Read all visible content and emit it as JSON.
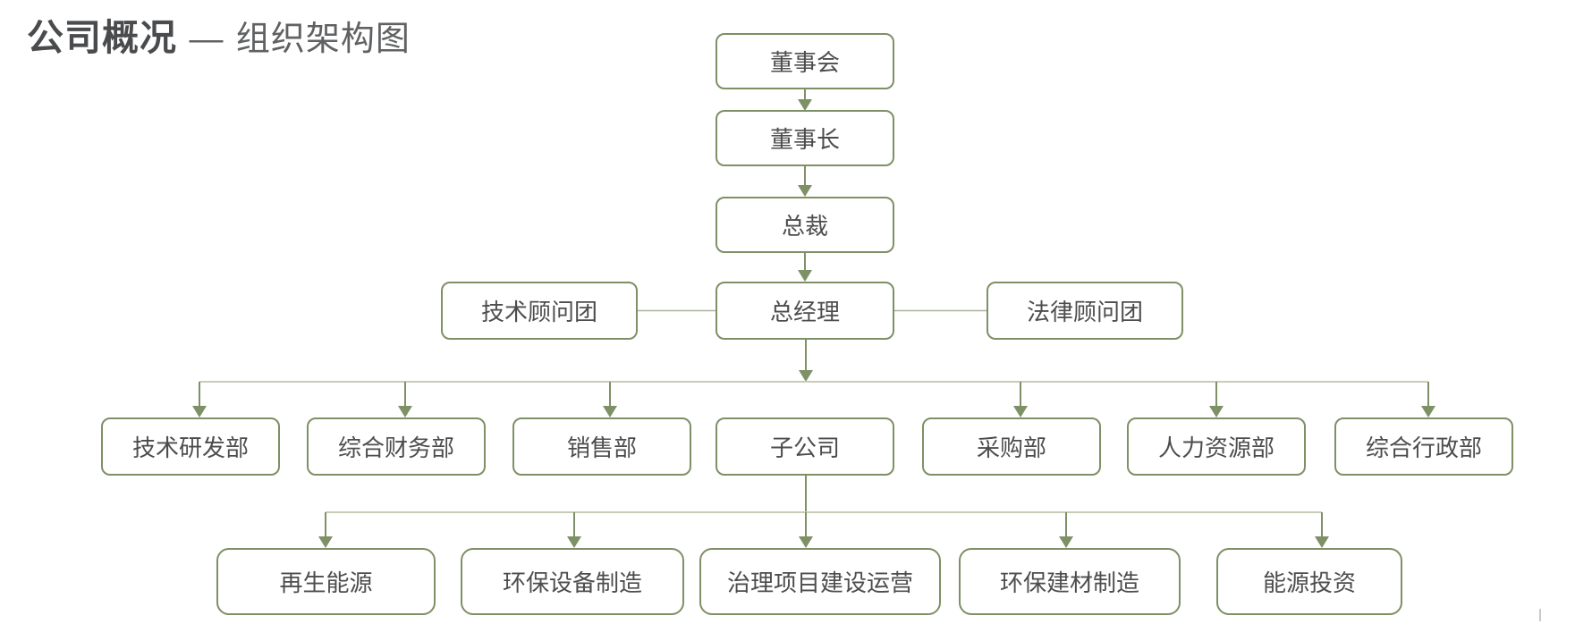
{
  "title": {
    "heading": "公司概况",
    "separator": "—",
    "subtitle": "组织架构图"
  },
  "colors": {
    "box_border": "#7e9065",
    "arrow_line": "#7e9065",
    "bus_line": "#c6cdb8",
    "advisor_line": "#a9b49a",
    "box_text": "#4d4d4d",
    "title_text": "#4a4b4d",
    "background": "#ffffff"
  },
  "nodes": {
    "board": {
      "label": "董事会"
    },
    "chairman": {
      "label": "董事长"
    },
    "president": {
      "label": "总裁"
    },
    "general_manager": {
      "label": "总经理"
    },
    "tech_advisory": {
      "label": "技术顾问团"
    },
    "legal_advisory": {
      "label": "法律顾问团"
    },
    "departments": [
      {
        "label": "技术研发部"
      },
      {
        "label": "综合财务部"
      },
      {
        "label": "销售部"
      },
      {
        "label": "子公司"
      },
      {
        "label": "采购部"
      },
      {
        "label": "人力资源部"
      },
      {
        "label": "综合行政部"
      }
    ],
    "subsidiaries": [
      {
        "label": "再生能源"
      },
      {
        "label": "环保设备制造"
      },
      {
        "label": "治理项目建设运营"
      },
      {
        "label": "环保建材制造"
      },
      {
        "label": "能源投资"
      }
    ]
  }
}
